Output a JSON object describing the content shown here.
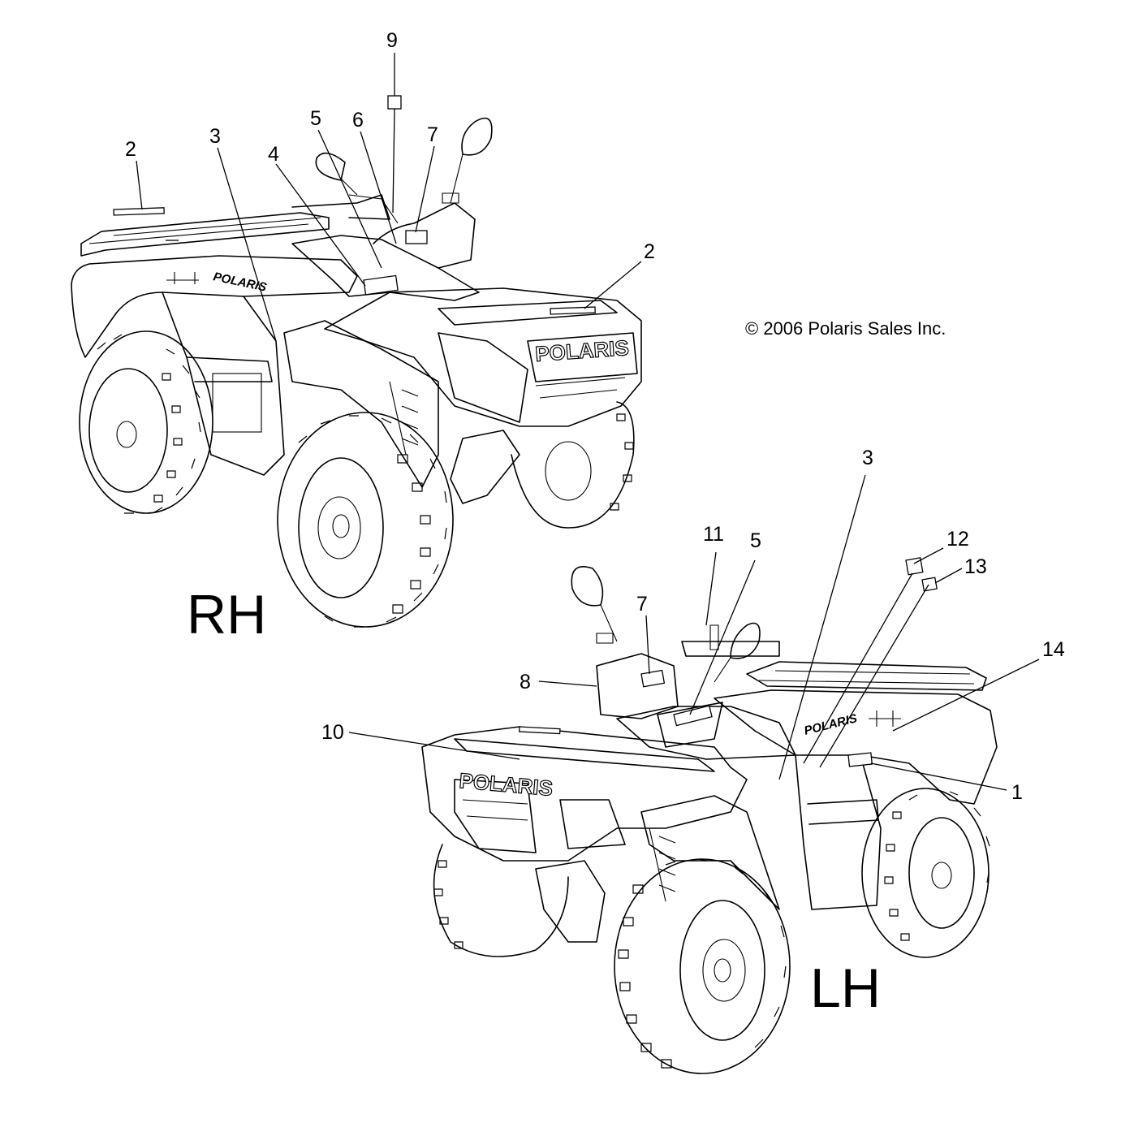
{
  "copyright": "© 2006 Polaris Sales Inc.",
  "views": {
    "rh": {
      "label": "RH"
    },
    "lh": {
      "label": "LH"
    }
  },
  "brand_logos": {
    "rh_front": "POLARIS",
    "rh_side": "POLARIS",
    "lh_front": "POLARIS",
    "lh_side": "POLARIS"
  },
  "callouts": {
    "rh": [
      "9",
      "2",
      "3",
      "5",
      "6",
      "4",
      "7",
      "2"
    ],
    "lh": [
      "3",
      "11",
      "5",
      "12",
      "13",
      "7",
      "14",
      "8",
      "10",
      "1"
    ]
  }
}
